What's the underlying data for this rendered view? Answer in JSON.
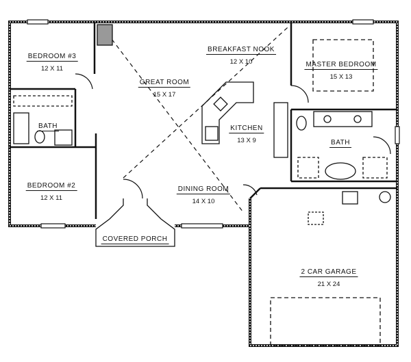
{
  "title": "Floor Plan",
  "rooms": {
    "bedroom3": {
      "name": "BEDROOM #3",
      "dim": "12 X 11"
    },
    "great_room": {
      "name": "GREAT ROOM",
      "dim": "15 X 17"
    },
    "breakfast_nook": {
      "name": "BREAKFAST NOOK",
      "dim": "12 X 10"
    },
    "master_bedroom": {
      "name": "MASTER BEDROOM",
      "dim": "15 X 13"
    },
    "bath1": {
      "name": "BATH"
    },
    "kitchen": {
      "name": "KITCHEN",
      "dim": "13 X 9"
    },
    "bath2": {
      "name": "BATH"
    },
    "bedroom2": {
      "name": "BEDROOM #2",
      "dim": "12 X 11"
    },
    "dining_room": {
      "name": "DINING ROOM",
      "dim": "14 X 10"
    },
    "covered_porch": {
      "name": "COVERED PORCH"
    },
    "garage": {
      "name": "2 CAR GARAGE",
      "dim": "21 X 24"
    }
  }
}
